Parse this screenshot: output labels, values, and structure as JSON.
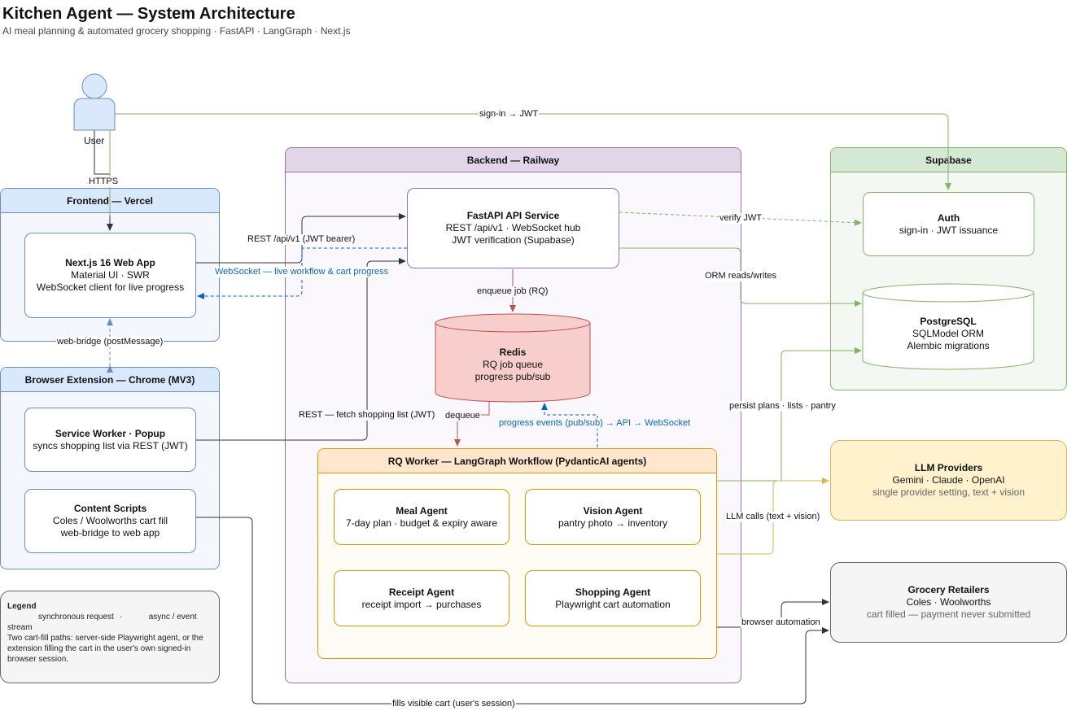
{
  "header": {
    "title": "Kitchen Agent — System Architecture",
    "subtitle": "AI meal planning & automated grocery shopping · FastAPI · LangGraph · Next.js"
  },
  "user": {
    "label": "User"
  },
  "containers": {
    "frontend": "Frontend — Vercel",
    "extension": "Browser Extension — Chrome (MV3)",
    "backend": "Backend — Railway",
    "supabase": "Supabase",
    "worker": "RQ Worker — LangGraph Workflow (PydanticAI agents)"
  },
  "nodes": {
    "webapp": {
      "title": "Next.js 16 Web App",
      "lines": [
        "Material UI · SWR",
        "WebSocket client for live progress"
      ]
    },
    "service_worker": {
      "title": "Service Worker · Popup",
      "lines": [
        "syncs shopping list via REST (JWT)"
      ]
    },
    "content_scripts": {
      "title": "Content Scripts",
      "lines": [
        "Coles / Woolworths cart fill",
        "web-bridge to web app"
      ]
    },
    "fastapi": {
      "title": "FastAPI API Service",
      "lines": [
        "REST /api/v1 · WebSocket hub",
        "JWT verification (Supabase)"
      ]
    },
    "redis": {
      "title": "Redis",
      "lines": [
        "RQ job queue",
        "progress pub/sub"
      ]
    },
    "meal_agent": {
      "title": "Meal Agent",
      "lines": [
        "7-day plan · budget & expiry aware"
      ]
    },
    "vision_agent": {
      "title": "Vision Agent",
      "lines": [
        "pantry photo → inventory"
      ]
    },
    "receipt_agent": {
      "title": "Receipt Agent",
      "lines": [
        "receipt import → purchases"
      ]
    },
    "shopping_agent": {
      "title": "Shopping Agent",
      "lines": [
        "Playwright cart automation"
      ]
    },
    "auth": {
      "title": "Auth",
      "lines": [
        "sign-in · JWT issuance"
      ]
    },
    "postgres": {
      "title": "PostgreSQL",
      "lines": [
        "SQLModel ORM",
        "Alembic migrations"
      ]
    },
    "llm": {
      "title": "LLM Providers",
      "lines": [
        "Gemini · Claude · OpenAI",
        "single provider setting, text + vision"
      ]
    },
    "retailers": {
      "title": "Grocery Retailers",
      "lines": [
        "Coles · Woolworths",
        "cart filled — payment never submitted"
      ]
    }
  },
  "edges": {
    "sign_in": "sign-in → JWT",
    "https": "HTTPS",
    "rest_api": "REST /api/v1 (JWT bearer)",
    "websocket": "WebSocket — live workflow & cart progress",
    "verify_jwt": "verify JWT",
    "orm": "ORM reads/writes",
    "enqueue": "enqueue job (RQ)",
    "web_bridge": "web-bridge (postMessage)",
    "rest_fetch": "REST — fetch shopping list (JWT)",
    "dequeue": "dequeue",
    "progress_events": "progress events (pub/sub) → API → WebSocket",
    "persist": "persist plans · lists · pantry",
    "llm_calls": "LLM calls (text + vision)",
    "browser_automation": "browser automation",
    "fills_cart": "fills visible cart (user's session)"
  },
  "legend": {
    "title": "Legend",
    "sync": "synchronous request",
    "sep": "·",
    "async": "async / event",
    "stream": "stream",
    "note": "Two cart-fill paths: server-side Playwright agent, or the extension filling the cart in the user's own signed-in browser session."
  },
  "colors": {
    "blue_fill": "#dae8fc",
    "blue_stroke": "#6c8ebf",
    "purple_fill": "#e1d5e7",
    "purple_stroke": "#9673a6",
    "green_fill": "#d5e8d4",
    "green_stroke": "#82b366",
    "red_fill": "#f8cecc",
    "red_stroke": "#b85450",
    "orange_fill": "#ffe6cc",
    "orange_stroke": "#d79b00",
    "yellow_fill": "#fff2cc",
    "yellow_stroke": "#d6b656",
    "gray_fill": "#f5f5f5",
    "gray_stroke": "#666666"
  }
}
